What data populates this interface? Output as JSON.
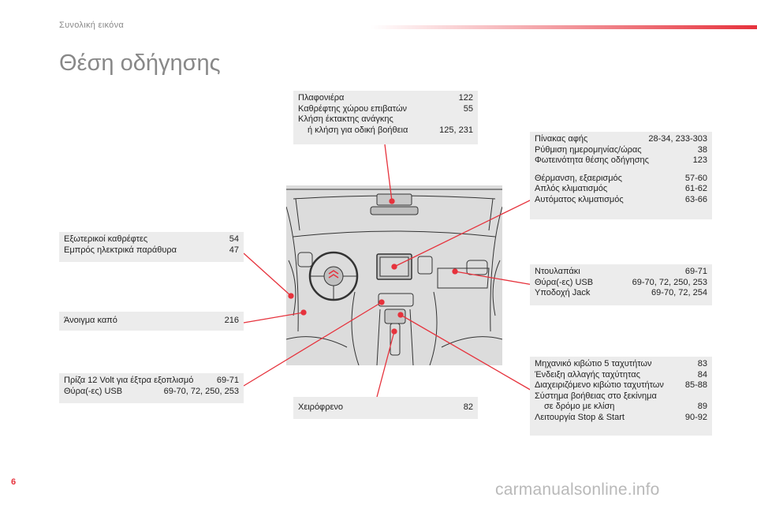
{
  "header": {
    "section_label": "Συνολική εικόνα",
    "accent_color": "#e6323c"
  },
  "title": "Θέση οδήγησης",
  "callouts": {
    "ceiling": {
      "rows": [
        {
          "label": "Πλαφονιέρα",
          "page": "122"
        },
        {
          "label": "Καθρέφτης χώρου επιβατών",
          "page": "55"
        },
        {
          "label": "Κλήση έκτακτης ανάγκης",
          "page": ""
        },
        {
          "label": "ή κλήση για οδική βοήθεια",
          "page": "125, 231"
        }
      ]
    },
    "touchscreen": {
      "group1": [
        {
          "label": "Πίνακας αφής",
          "page": "28-34, 233-303"
        },
        {
          "label": "Ρύθμιση ημερομηνίας/ώρας",
          "page": "38"
        },
        {
          "label": "Φωτεινότητα θέσης οδήγησης",
          "page": "123"
        }
      ],
      "group2": [
        {
          "label": "Θέρμανση, εξαερισμός",
          "page": "57-60"
        },
        {
          "label": "Απλός κλιματισμός",
          "page": "61-62"
        },
        {
          "label": "Αυτόματος κλιματισμός",
          "page": "63-66"
        }
      ]
    },
    "mirrors": {
      "rows": [
        {
          "label": "Εξωτερικοί καθρέφτες",
          "page": "54"
        },
        {
          "label": "Εμπρός ηλεκτρικά παράθυρα",
          "page": "47"
        }
      ]
    },
    "glovebox": {
      "rows": [
        {
          "label": "Ντουλαπάκι",
          "page": "69-71"
        },
        {
          "label": "Θύρα(-ες) USB",
          "page": "69-70, 72, 250, 253"
        },
        {
          "label": "Υποδοχή Jack",
          "page": "69-70, 72, 254"
        }
      ]
    },
    "bonnet": {
      "rows": [
        {
          "label": "Άνοιγμα καπό",
          "page": "216"
        }
      ]
    },
    "socket": {
      "rows": [
        {
          "label": "Πρίζα 12 Volt για έξτρα εξοπλισμό",
          "page": "69-71"
        },
        {
          "label": "Θύρα(-ες) USB",
          "page": "69-70, 72, 250, 253"
        }
      ]
    },
    "handbrake": {
      "rows": [
        {
          "label": "Χειρόφρενο",
          "page": "82"
        }
      ]
    },
    "gearbox": {
      "rows": [
        {
          "label": "Μηχανικό κιβώτιο 5 ταχυτήτων",
          "page": "83"
        },
        {
          "label": "Ένδειξη αλλαγής ταχύτητας",
          "page": "84"
        },
        {
          "label": "Διαχειριζόμενο κιβώτιο ταχυτήτων",
          "page": "85-88"
        },
        {
          "label": "Σύστημα βοήθειας στο ξεκίνημα",
          "page": ""
        },
        {
          "label": "σε δρόμο με κλίση",
          "page": "89"
        },
        {
          "label": "Λειτουργία Stop & Start",
          "page": "90-92"
        }
      ]
    }
  },
  "footer": {
    "page_number": "6",
    "watermark": "carmanualsonline.info"
  }
}
